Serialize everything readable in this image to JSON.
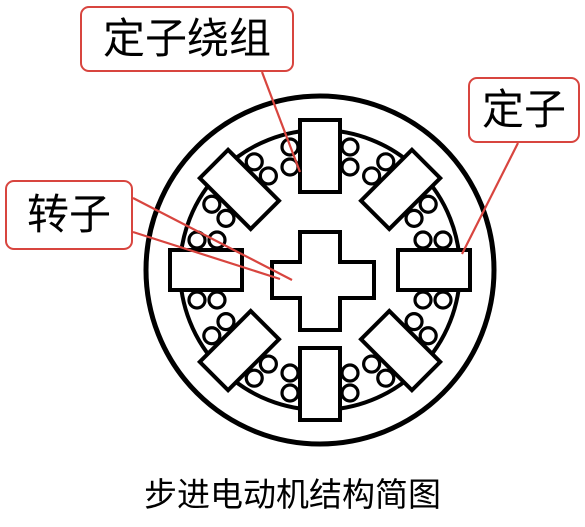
{
  "callouts": {
    "stator_winding": "定子绕组",
    "stator": "定子",
    "rotor": "转子"
  },
  "caption": "步进电动机结构简图",
  "colors": {
    "callout_border": "#d8453f",
    "leader_line": "#d8453f",
    "outline": "#000000"
  }
}
